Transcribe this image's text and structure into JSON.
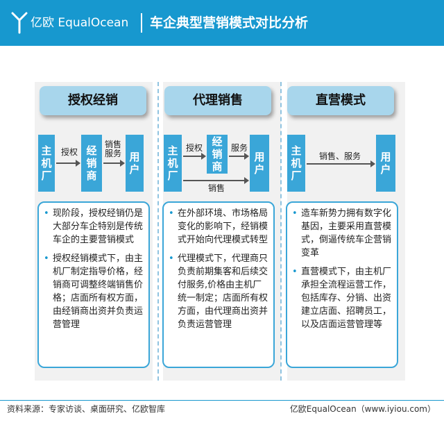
{
  "header": {
    "brand": "亿欧 EqualOcean",
    "title": "车企典型营销模式对比分析"
  },
  "columns": [
    {
      "title": "授权经销",
      "nodes": {
        "start": "主机厂",
        "middle": "经销商",
        "end": "用户"
      },
      "flow_labels": {
        "first": "授权",
        "second": "销售服务"
      },
      "bullets": [
        "现阶段，授权经销仍是大部分车企特别是传统车企的主要营销模式",
        "授权经销模式下，由主机厂制定指导价格，经销商可调整终端销售价格；店面所有权方面，由经销商出资并负责运营管理"
      ]
    },
    {
      "title": "代理销售",
      "nodes": {
        "start": "主机厂",
        "middle": "经销商",
        "end": "用户"
      },
      "flow_labels": {
        "first": "授权",
        "second": "服务",
        "bottom": "销售"
      },
      "bullets": [
        "在外部环境、市场格局变化的影响下，经销模式开始向代理模式转型",
        "代理模式下，代理商只负责前期集客和后续交付服务,价格由主机厂统一制定；店面所有权方面，由代理商出资并负责运营管理"
      ]
    },
    {
      "title": "直营模式",
      "nodes": {
        "start": "主机厂",
        "end": "用户"
      },
      "flow_labels": {
        "first": "销售、服务"
      },
      "bullets": [
        "造车新势力拥有数字化基因，主要采用直营模式，倒逼传统车企营销变革",
        "直营模式下，由主机厂承担全流程运营工作，包括库存、分销、出资建立店面、招聘员工，以及店面运营管理等"
      ]
    }
  ],
  "footer": {
    "source": "资料来源：专家访谈、桌面研究、亿欧智库",
    "credit": "亿欧EqualOcean（www.iyiou.com）"
  },
  "colors": {
    "brand": "#1798cf",
    "node": "#3aa6d8",
    "title_box": "#a8d6ec"
  }
}
